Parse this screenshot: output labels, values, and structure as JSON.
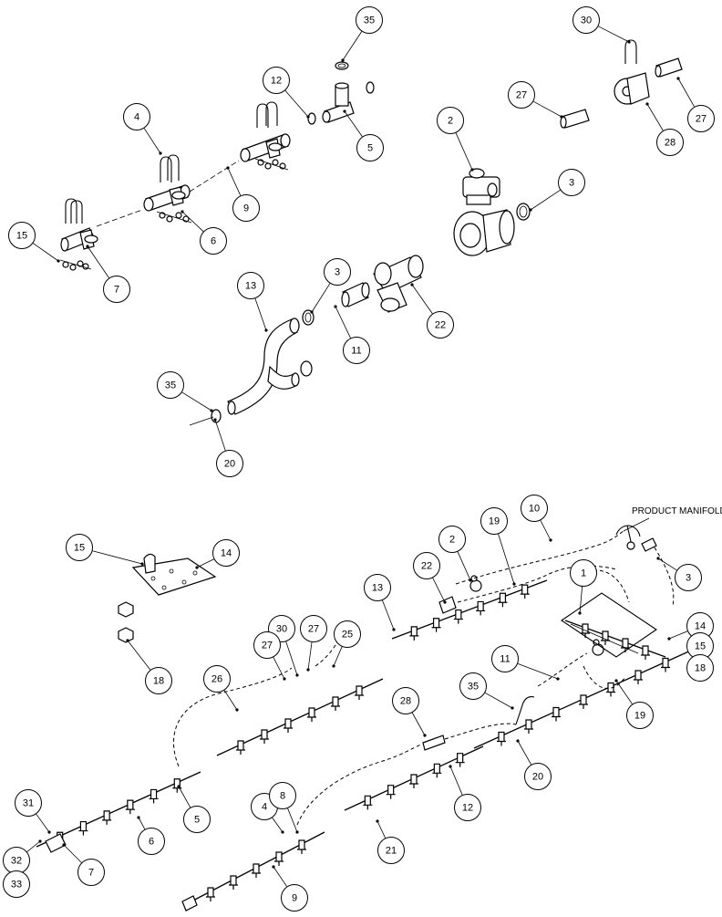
{
  "diagram": {
    "annotation_text": "PRODUCT MANIFOLD",
    "upper_callouts": [
      "35",
      "12",
      "5",
      "4",
      "9",
      "6",
      "15",
      "7",
      "30",
      "27",
      "27",
      "28",
      "2",
      "3",
      "13",
      "3",
      "11",
      "22",
      "35",
      "20"
    ],
    "lower_callouts": [
      "15",
      "14",
      "18",
      "2",
      "19",
      "10",
      "3",
      "22",
      "13",
      "1",
      "30",
      "27",
      "25",
      "27",
      "26",
      "14",
      "15",
      "18",
      "11",
      "19",
      "35",
      "28",
      "5",
      "20",
      "31",
      "6",
      "12",
      "4",
      "8",
      "21",
      "32",
      "33",
      "7",
      "9"
    ]
  }
}
